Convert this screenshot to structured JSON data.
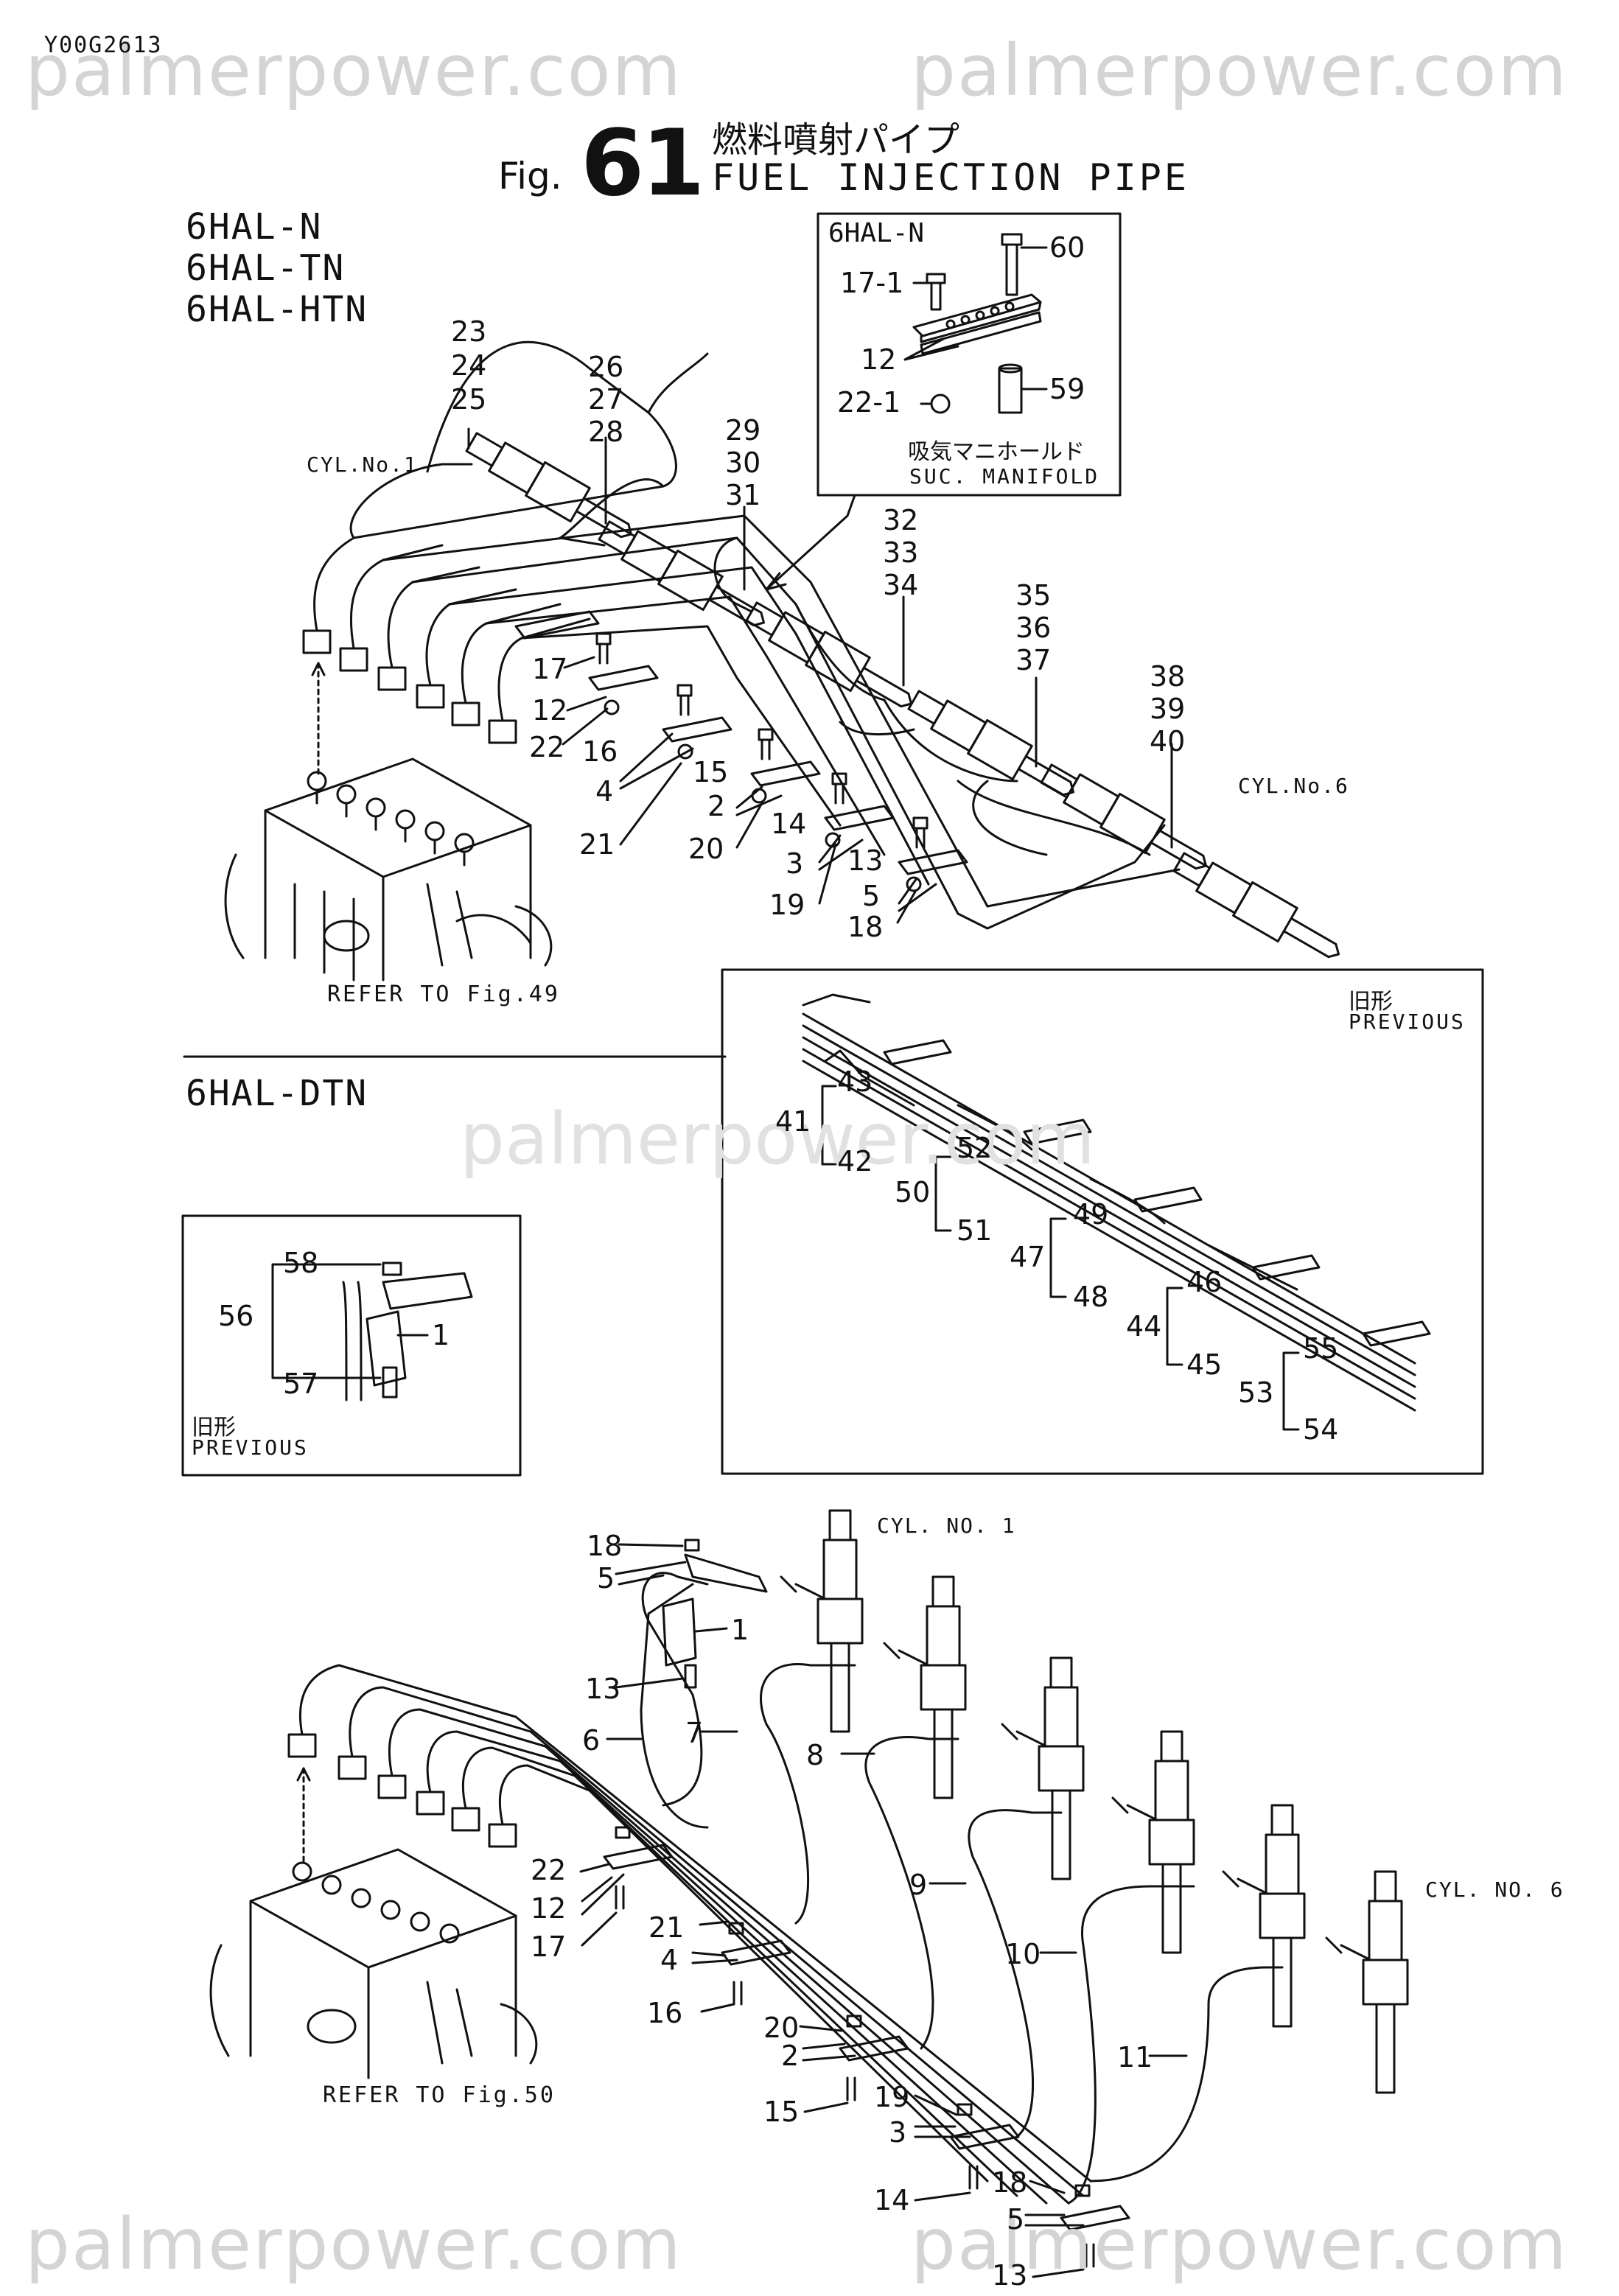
{
  "doc_id": "Y00G2613",
  "watermark": "palmerpower.com",
  "figure": {
    "prefix": "Fig.",
    "number": "61",
    "title_jp": "燃料噴射パイプ",
    "title_en": "FUEL INJECTION PIPE"
  },
  "section_top": {
    "models": [
      "6HAL-N",
      "6HAL-TN",
      "6HAL-HTN"
    ],
    "cyl_first": "CYL.No.1",
    "cyl_last": "CYL.No.6",
    "refer": "REFER TO Fig.49",
    "inset": {
      "model": "6HAL-N",
      "manifold_jp": "吸気マニホールド",
      "manifold_en": "SUC. MANIFOLD",
      "callouts": [
        "60",
        "17-1",
        "12",
        "22-1",
        "59"
      ]
    },
    "callout_stacks": [
      [
        "23",
        "24",
        "25"
      ],
      [
        "26",
        "27",
        "28"
      ],
      [
        "29",
        "30",
        "31"
      ],
      [
        "32",
        "33",
        "34"
      ],
      [
        "35",
        "36",
        "37"
      ],
      [
        "38",
        "39",
        "40"
      ]
    ],
    "callouts": [
      "17",
      "12",
      "22",
      "16",
      "4",
      "21",
      "15",
      "2",
      "20",
      "14",
      "3",
      "19",
      "13",
      "5",
      "18"
    ]
  },
  "section_dtn": {
    "model": "6HAL-DTN",
    "previous_jp": "旧形",
    "previous_en": "PREVIOUS",
    "small_inset": {
      "previous_jp": "旧形",
      "previous_en": "PREVIOUS",
      "callouts": [
        "58",
        "56",
        "1",
        "57"
      ]
    },
    "clamp_inset_callouts": [
      "43",
      "41",
      "42",
      "52",
      "50",
      "51",
      "49",
      "47",
      "48",
      "46",
      "44",
      "45",
      "55",
      "53",
      "54"
    ],
    "cyl_first": "CYL. NO. 1",
    "cyl_last": "CYL. NO. 6",
    "refer": "REFER TO Fig.50",
    "callouts": [
      "18",
      "5",
      "1",
      "13",
      "6",
      "7",
      "8",
      "9",
      "10",
      "11",
      "22",
      "12",
      "17",
      "21",
      "4",
      "16",
      "20",
      "2",
      "15",
      "19",
      "3",
      "18",
      "14",
      "5",
      "13"
    ]
  }
}
